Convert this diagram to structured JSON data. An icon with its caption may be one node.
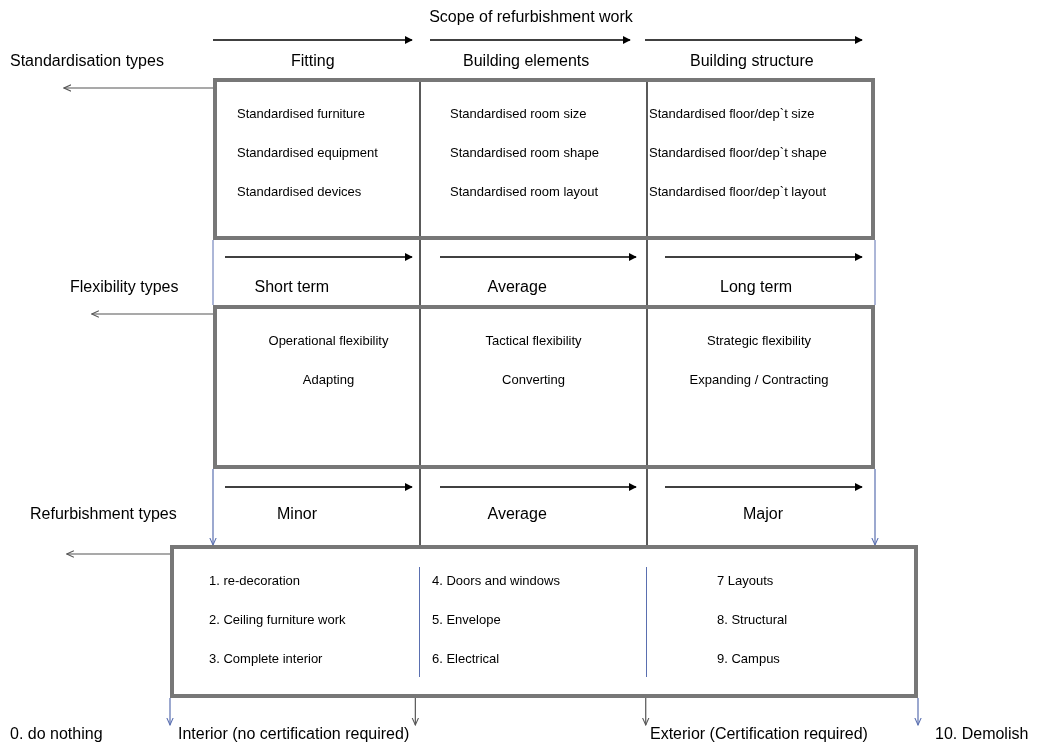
{
  "diagram": {
    "title": "Scope of refurbishment work",
    "nodes": [
      {
        "text": [],
        "shape": "box"
      },
      {
        "text": [
          "Standardised furniture",
          "Standardised equipment",
          "Standardised devices"
        ],
        "in": 0
      },
      {
        "text": [
          "Standardised room size",
          "Standardised room shape",
          "Standardised room layout"
        ],
        "in": 0
      },
      {
        "text": [
          "Standardised floor/dep`t size",
          "Standardised floor/dep`t shape",
          "Standardised floor/dep`t layout"
        ],
        "in": 0
      },
      {
        "text": [],
        "shape": "box"
      },
      {
        "text": [
          "Operational flexibility",
          "Adapting"
        ],
        "in": 4
      },
      {
        "text": [
          "Tactical  flexibility",
          "Converting"
        ],
        "in": 4
      },
      {
        "text": [
          "Strategic flexibility",
          "Expanding / Contracting"
        ],
        "in": 4
      },
      {
        "text": [],
        "shape": "box"
      },
      {
        "text": [
          "1.   re-decoration",
          "2.   Ceiling furniture work",
          "3.   Complete interior"
        ],
        "in": 8
      },
      {
        "text": [
          "4.   Doors and windows",
          "5.   Envelope",
          "6.   Electrical"
        ],
        "in": 8
      },
      {
        "text": [
          "7      Layouts",
          "8.     Structural",
          "9.     Campus"
        ],
        "in": 8
      },
      {
        "text": [
          "Standardisation types"
        ]
      },
      {
        "text": [
          "Flexibility types"
        ]
      },
      {
        "text": [
          "Refurbishment types"
        ]
      },
      {
        "text": [
          "0. do nothing"
        ]
      },
      {
        "text": [
          "Interior (no certification required)"
        ]
      },
      {
        "text": [
          "Exterior (Certification required)"
        ]
      },
      {
        "text": [
          "10. Demolish"
        ]
      }
    ],
    "edges": [
      {
        "from": 0,
        "to": 12,
        "arrow": "to"
      },
      {
        "from": 4,
        "to": 13,
        "arrow": "to"
      },
      {
        "from": 8,
        "to": 14,
        "arrow": "to"
      },
      {
        "from": 4,
        "to": 8,
        "arrow": "to",
        "color": "#5a6fb0"
      },
      {
        "from": 4,
        "to": 8,
        "arrow": "to",
        "color": "#5a6fb0"
      },
      {
        "from": 8,
        "to": 16,
        "arrow": "to",
        "color": "#5a6fb0"
      },
      {
        "from": 8,
        "to": 16,
        "arrow": "to"
      },
      {
        "from": 8,
        "to": 17,
        "arrow": "to"
      },
      {
        "from": 8,
        "to": 18,
        "arrow": "to",
        "color": "#5a6fb0"
      }
    ],
    "labels": [
      "Fitting",
      "Building elements",
      "Building structure",
      "Short term",
      "Average",
      "Long term",
      "Minor",
      "Average",
      "Major"
    ]
  }
}
